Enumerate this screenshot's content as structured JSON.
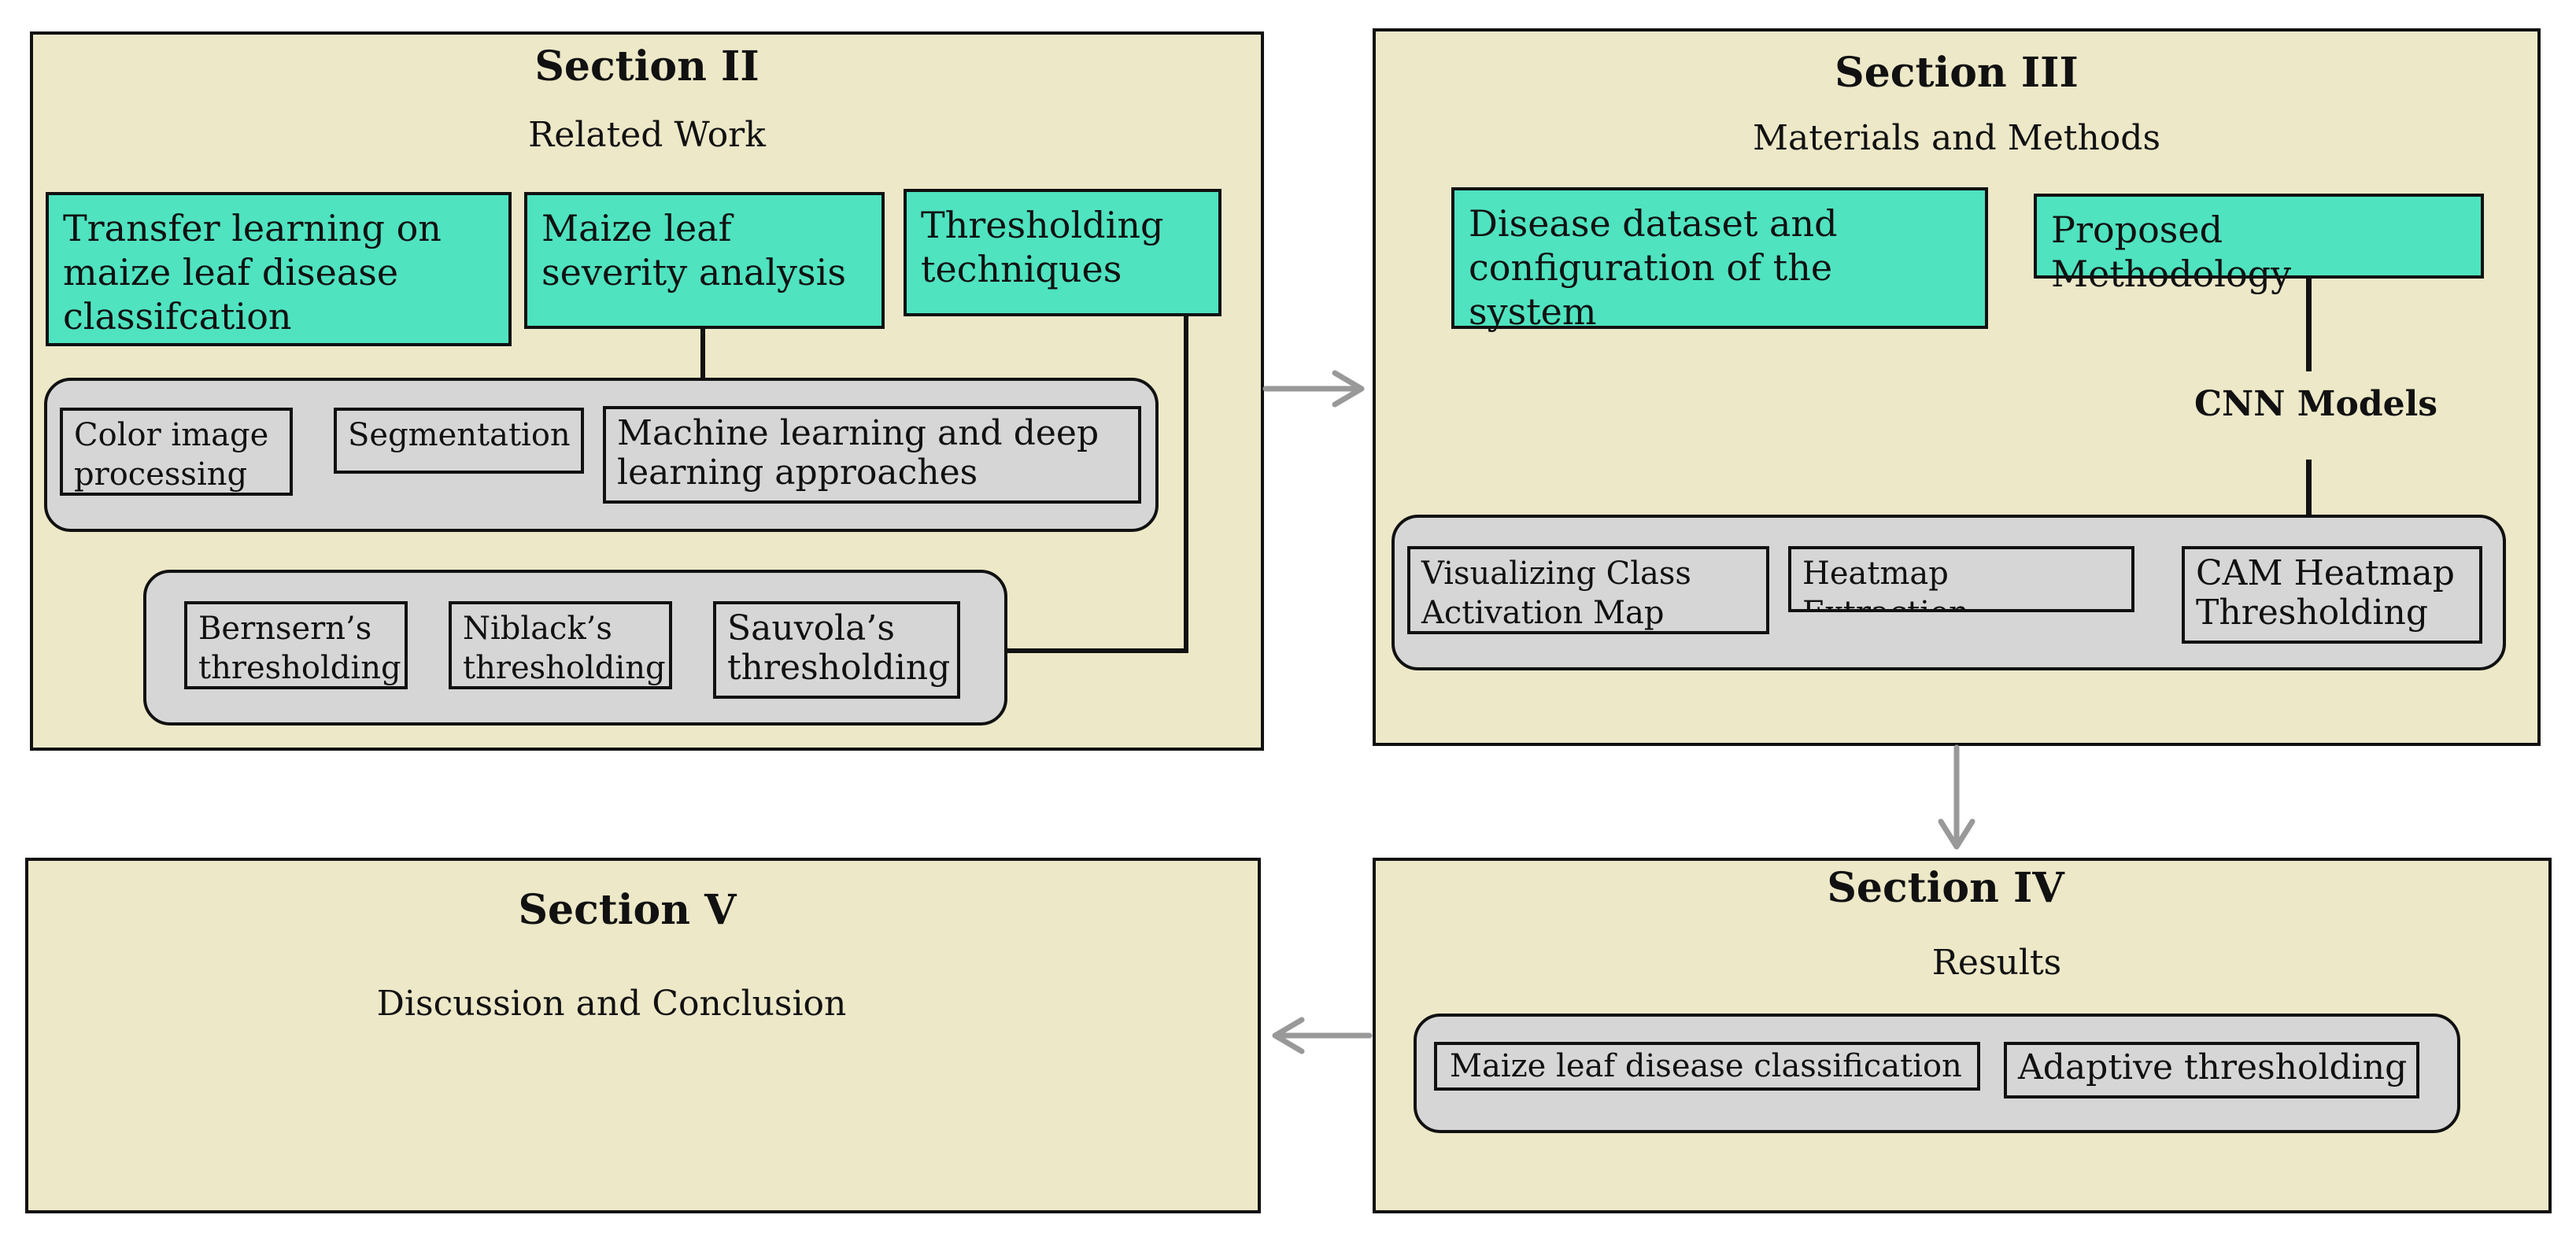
{
  "section2": {
    "title": "Section II",
    "subtitle": "Related Work",
    "box_transfer": "Transfer learning on maize leaf disease classifcation",
    "box_severity": "Maize leaf severity analysis",
    "box_thresholding": "Thresholding techniques",
    "items_top": [
      "Color image processing",
      "Segmentation",
      "Machine learning and deep learning approaches"
    ],
    "items_bottom": [
      "Bernsern’s thresholding",
      "Niblack’s thresholding",
      "Sauvola’s thresholding"
    ]
  },
  "section3": {
    "title": "Section III",
    "subtitle": "Materials and Methods",
    "box_dataset": "Disease dataset and configuration of the system",
    "box_method": "Proposed Methodology",
    "cnn_label": "CNN Models",
    "items": [
      "Visualizing Class Activation Map",
      "Heatmap Extraction",
      "CAM Heatmap Thresholding"
    ]
  },
  "section4": {
    "title": "Section IV",
    "subtitle": "Results",
    "items": [
      "Maize leaf disease classification",
      "Adaptive thresholding"
    ]
  },
  "section5": {
    "title": "Section V",
    "subtitle": "Discussion and Conclusion"
  },
  "colors": {
    "section_bg": "#ece8c8",
    "highlight_box": "#4fe3c0",
    "group_bg": "#d6d6d6",
    "arrow": "#999999"
  }
}
